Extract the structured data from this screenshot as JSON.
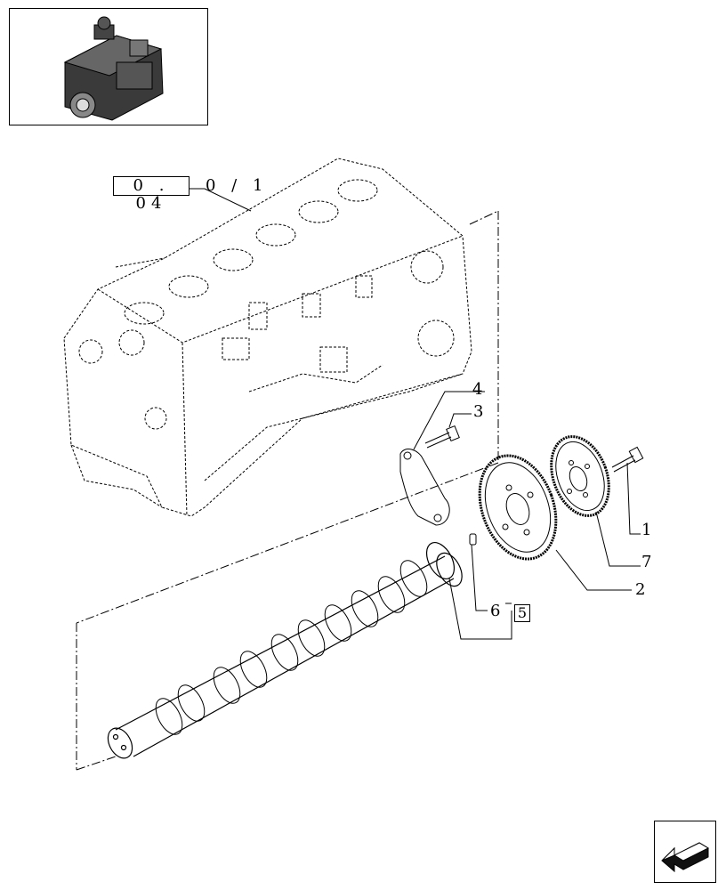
{
  "reference": {
    "boxed": "0 . 04",
    "suffix": "0 / 1"
  },
  "callouts": {
    "c1": "1",
    "c2": "2",
    "c3": "3",
    "c4": "4",
    "c6": "6",
    "c7": "7",
    "c5_boxed": "5"
  },
  "icons": {
    "thumbnail": "engine-thumbnail-icon",
    "nav": "previous-page-arrow-icon"
  }
}
